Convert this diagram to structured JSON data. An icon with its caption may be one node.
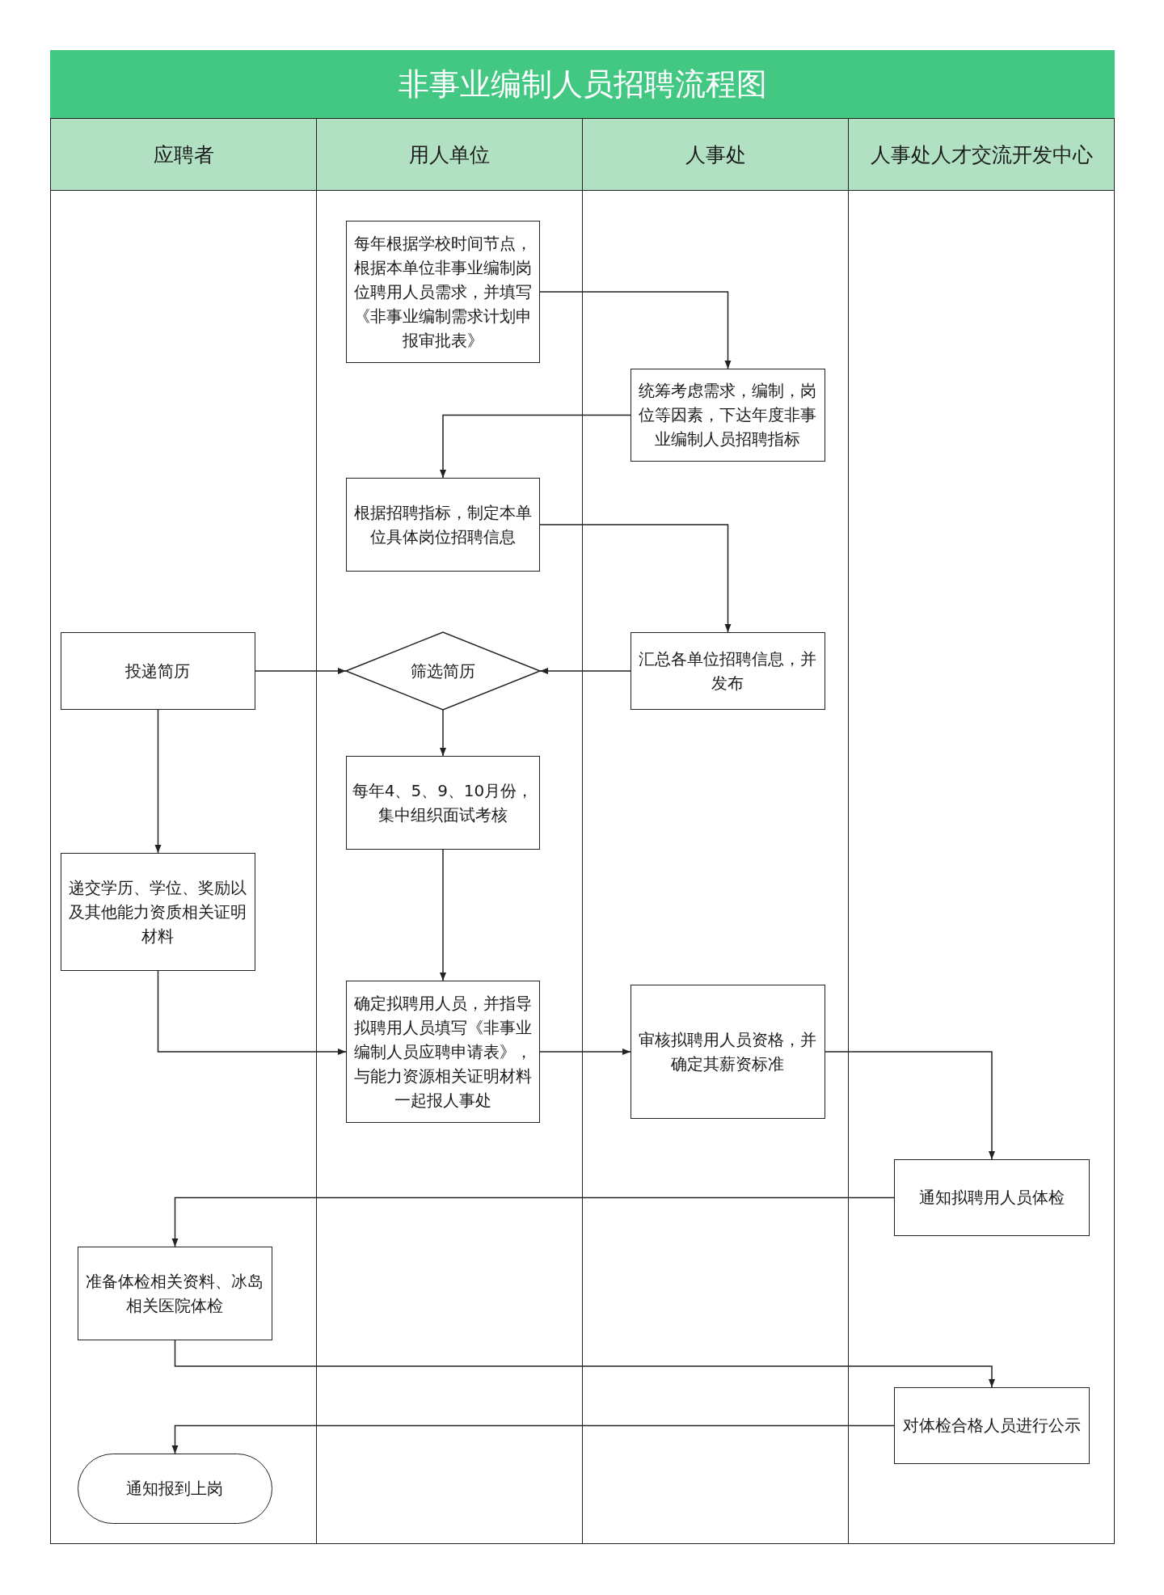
{
  "diagram": {
    "title": "非事业编制人员招聘流程图",
    "nodes": [
      {
        "text": [
          "应聘者"
        ]
      },
      {
        "text": [
          "用人单位"
        ]
      },
      {
        "text": [
          "人事处"
        ]
      },
      {
        "text": [
          "人事处人才交流开发中心"
        ]
      },
      {
        "text": [
          "每年根据学校时间节点，根据本单位非事业编制岗位聘用人员需求，并填写《非事业编制需求计划申报审批表》"
        ],
        "in": 1
      },
      {
        "text": [
          "统筹考虑需求，编制，岗位等因素，下达年度非事业编制人员招聘指标"
        ],
        "in": 2
      },
      {
        "text": [
          "根据招聘指标，制定本单位具体岗位招聘信息"
        ],
        "in": 1
      },
      {
        "text": [
          "投递简历"
        ],
        "in": 0
      },
      {
        "text": [
          "筛选简历"
        ],
        "in": 1
      },
      {
        "text": [
          "汇总各单位招聘信息，并发布"
        ],
        "in": 2
      },
      {
        "text": [
          "每年4、5、9、10月份，集中组织面试考核"
        ],
        "in": 1
      },
      {
        "text": [
          "递交学历、学位、奖励以及其他能力资质相关证明材料"
        ],
        "in": 0
      },
      {
        "text": [
          "确定拟聘用人员，并指导拟聘用人员填写《非事业编制人员应聘申请表》，与能力资源相关证明材料一起报人事处"
        ],
        "in": 1
      },
      {
        "text": [
          "审核拟聘用人员资格，并确定其薪资标准"
        ],
        "in": 2
      },
      {
        "text": [
          "通知拟聘用人员体检"
        ],
        "in": 3
      },
      {
        "text": [
          "准备体检相关资料、冰岛相关医院体检"
        ],
        "in": 0
      },
      {
        "text": [
          "对体检合格人员进行公示"
        ],
        "in": 3
      },
      {
        "text": [
          "通知报到上岗"
        ],
        "in": 0
      }
    ],
    "edges": [
      {
        "from": 4,
        "to": 5,
        "arrow": "to"
      },
      {
        "from": 5,
        "to": 6,
        "arrow": "to"
      },
      {
        "from": 6,
        "to": 9,
        "arrow": "to"
      },
      {
        "from": 7,
        "to": 8,
        "arrow": "to"
      },
      {
        "from": 9,
        "to": 8,
        "arrow": "to"
      },
      {
        "from": 8,
        "to": 10,
        "arrow": "to"
      },
      {
        "from": 7,
        "to": 11,
        "arrow": "to"
      },
      {
        "from": 10,
        "to": 12,
        "arrow": "to"
      },
      {
        "from": 11,
        "to": 12,
        "arrow": "to"
      },
      {
        "from": 12,
        "to": 13,
        "arrow": "to"
      },
      {
        "from": 13,
        "to": 14,
        "arrow": "to"
      },
      {
        "from": 14,
        "to": 15,
        "arrow": "to"
      },
      {
        "from": 15,
        "to": 16,
        "arrow": "to"
      },
      {
        "from": 16,
        "to": 17,
        "arrow": "to"
      }
    ]
  }
}
